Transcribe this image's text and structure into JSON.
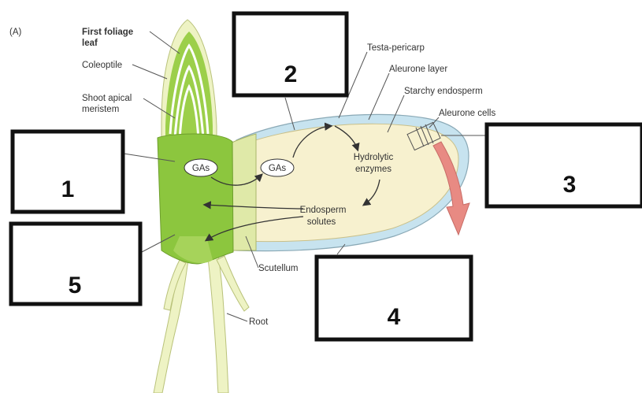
{
  "panel_label": "(A)",
  "labels": {
    "first_foliage_leaf_line1": "First foliage",
    "first_foliage_leaf_line2": "leaf",
    "coleoptile": "Coleoptile",
    "shoot_apical_meristem_line1": "Shoot apical",
    "shoot_apical_meristem_line2": "meristem",
    "testa_pericarp": "Testa-pericarp",
    "aleurone_layer": "Aleurone layer",
    "starchy_endosperm": "Starchy endosperm",
    "aleurone_cells": "Aleurone cells",
    "hydrolytic_enzymes_line1": "Hydrolytic",
    "hydrolytic_enzymes_line2": "enzymes",
    "endosperm_solutes_line1": "Endosperm",
    "endosperm_solutes_line2": "solutes",
    "scutellum": "Scutellum",
    "root": "Root",
    "gas_embryo": "GAs",
    "gas_scutellum": "GAs"
  },
  "answer_boxes": {
    "box1": "1",
    "box2": "2",
    "box3": "3",
    "box4": "4",
    "box5": "5"
  },
  "colors": {
    "embryo_green": "#8cc63e",
    "pale_green": "#dfe9a8",
    "endosperm_cream": "#f7f1cf",
    "aleurone_blue": "#c7e3ef",
    "release_arrow": "#e88a83"
  }
}
